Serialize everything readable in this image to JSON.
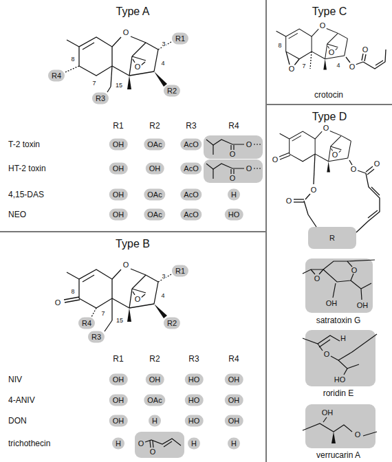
{
  "diagram": {
    "nodes": [
      {
        "text": [
          "Type A"
        ]
      },
      {
        "text": [
          "Type C"
        ]
      },
      {
        "text": [
          "Type B"
        ]
      },
      {
        "text": [
          "Type D"
        ]
      }
    ],
    "labels": [
      "3",
      "R1",
      "O",
      "O",
      "8",
      "R4",
      "7",
      "15",
      "R3",
      "4",
      "R2",
      "R1",
      "R2",
      "R3",
      "R4",
      "T-2 toxin",
      "OH",
      "OAc",
      "AcO",
      "O",
      "O",
      "HT-2 toxin",
      "OH",
      "OH",
      "AcO",
      "O",
      "O",
      "4,15-DAS",
      "OH",
      "OAc",
      "AcO",
      "H",
      "NEO",
      "OH",
      "OAc",
      "AcO",
      "HO",
      "3",
      "R1",
      "O",
      "O",
      "O",
      "8",
      "7",
      "R4",
      "R3",
      "15",
      "4",
      "R2",
      "R1",
      "R2",
      "R3",
      "R4",
      "NIV",
      "OH",
      "OH",
      "HO",
      "OH",
      "4-ANIV",
      "OH",
      "OAc",
      "HO",
      "OH",
      "DON",
      "OH",
      "H",
      "HO",
      "OH",
      "trichothecin",
      "H",
      "O",
      "O",
      "H",
      "H",
      "8",
      "7",
      "O",
      "O",
      "O",
      "4",
      "O",
      "O",
      "crotocin",
      "O",
      "O",
      "O",
      "O",
      "O",
      "O",
      "O",
      "R",
      "O",
      "O",
      "OH",
      "OH",
      "satratoxin G",
      "H",
      "O",
      "HO",
      "roridin E",
      "OH",
      "O",
      "verrucarin A"
    ]
  }
}
